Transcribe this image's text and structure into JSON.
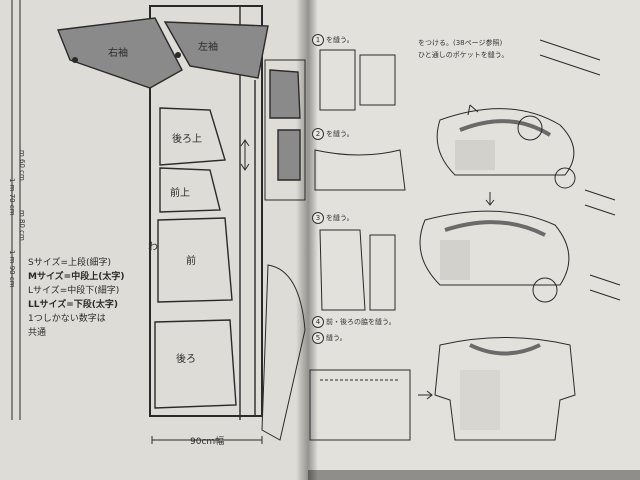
{
  "pattern_pieces": {
    "right_sleeve": "右袖",
    "left_sleeve": "左袖",
    "back_upper": "後ろ上",
    "front_upper": "前上",
    "front": "前",
    "back": "後ろ"
  },
  "size_legend": {
    "s": "Sサイズ=上段(細字)",
    "m": "Mサイズ=中段上(太字)",
    "l": "Lサイズ=中段下(細字)",
    "ll": "LLサイズ=下段(太字)",
    "note_1": "1つしかない数字は",
    "note_2": "共通"
  },
  "fabric_width": "90cm幅",
  "ruler_labels": [
    "m 60 cm",
    "1 m 70 cm",
    "m 80 cm",
    "1 m 90 cm"
  ],
  "fold_label": "わ",
  "steps": [
    {
      "num": "1",
      "text": "を縫う。"
    },
    {
      "num": "2",
      "text": "を縫う。"
    },
    {
      "num": "3",
      "text": "を縫う。"
    },
    {
      "num": "4",
      "text": "前・後ろの脇を縫う。"
    },
    {
      "num": "5",
      "text": "縫う。"
    }
  ],
  "right_notes": [
    "をつける。(38ページ参照)",
    "ひと通しのポケットを縫う。"
  ],
  "colors": {
    "paper": "#dedcd6",
    "ink": "#2a2a2a",
    "shade": "#8a8a8a",
    "background": "#8f8e8a"
  }
}
